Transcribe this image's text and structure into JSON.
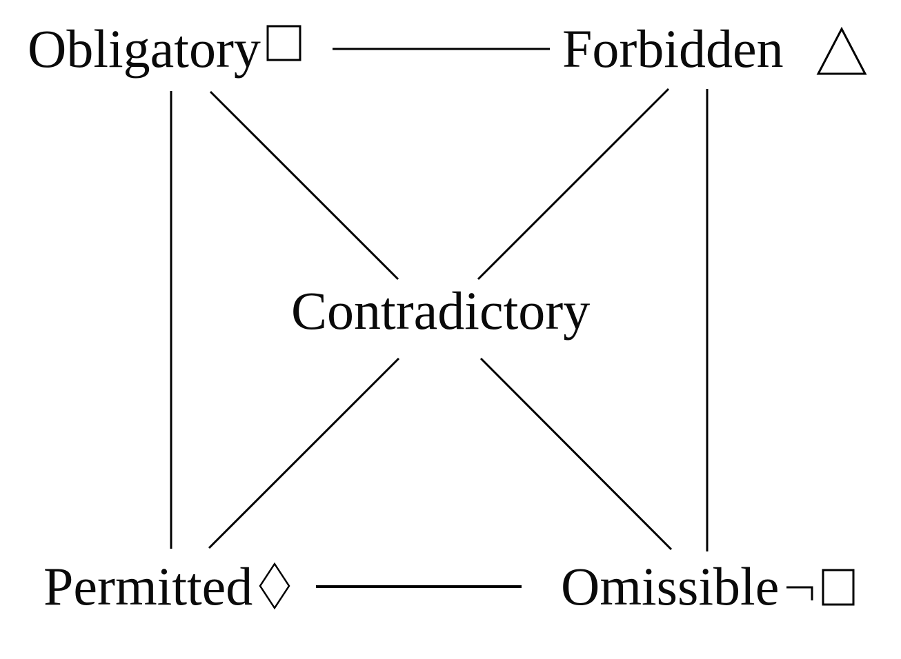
{
  "diagram": {
    "type": "square-of-opposition",
    "background_color": "#ffffff",
    "ink_color": "#000000",
    "corners": {
      "top_left": {
        "label": "Obligatory",
        "symbol": "□",
        "symbol_name": "white-square"
      },
      "top_right": {
        "label": "Forbidden",
        "symbol": "△",
        "symbol_name": "white-triangle"
      },
      "bottom_left": {
        "label": "Permitted",
        "symbol": "◊",
        "symbol_name": "lozenge"
      },
      "bottom_right": {
        "label": "Omissible",
        "symbol": "¬ □",
        "symbol_name": "not-sign-white-square"
      }
    },
    "center": {
      "label": "Contradictory"
    },
    "edges": [
      "Obligatory—Forbidden (top)",
      "Permitted—Omissible (bottom)",
      "Obligatory—Permitted (left)",
      "Forbidden—Omissible (right)",
      "Obligatory—Omissible (diagonal)",
      "Forbidden—Permitted (diagonal)"
    ]
  }
}
